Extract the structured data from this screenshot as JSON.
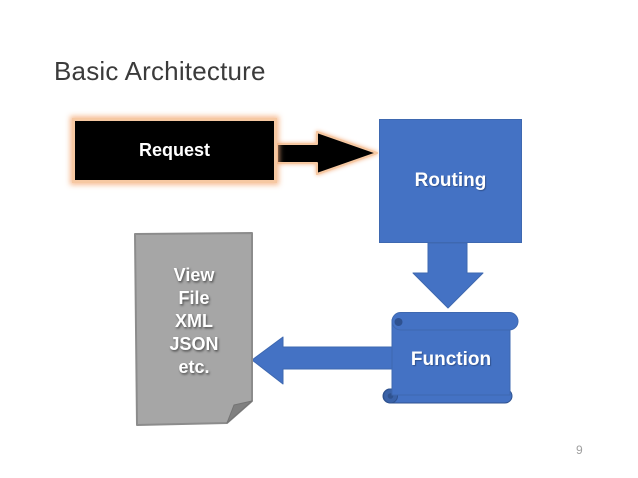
{
  "slide": {
    "title": "Basic Architecture",
    "page_number": "9"
  },
  "diagram": {
    "request": {
      "label": "Request"
    },
    "routing": {
      "label": "Routing"
    },
    "function": {
      "label": "Function"
    },
    "document": {
      "lines": [
        "View",
        "File",
        "XML",
        "JSON",
        "etc."
      ]
    },
    "arrows": [
      {
        "name": "request-to-routing",
        "direction": "right",
        "color": "black with peach glow"
      },
      {
        "name": "routing-to-function",
        "direction": "down",
        "color": "blue"
      },
      {
        "name": "function-to-document",
        "direction": "left",
        "color": "blue"
      }
    ],
    "colors": {
      "accent_blue": "#4472C4",
      "blue_border": "#3E68B0",
      "blue_dark": "#2F528F",
      "request_fill": "#000000",
      "peach_glow": "#F6C8A2",
      "document_gray": "#A6A6A6",
      "document_border": "#8C8C8C",
      "fold_gray": "#808080",
      "title_text": "#3B3B3B",
      "page_number_text": "#A0A0A0"
    }
  }
}
